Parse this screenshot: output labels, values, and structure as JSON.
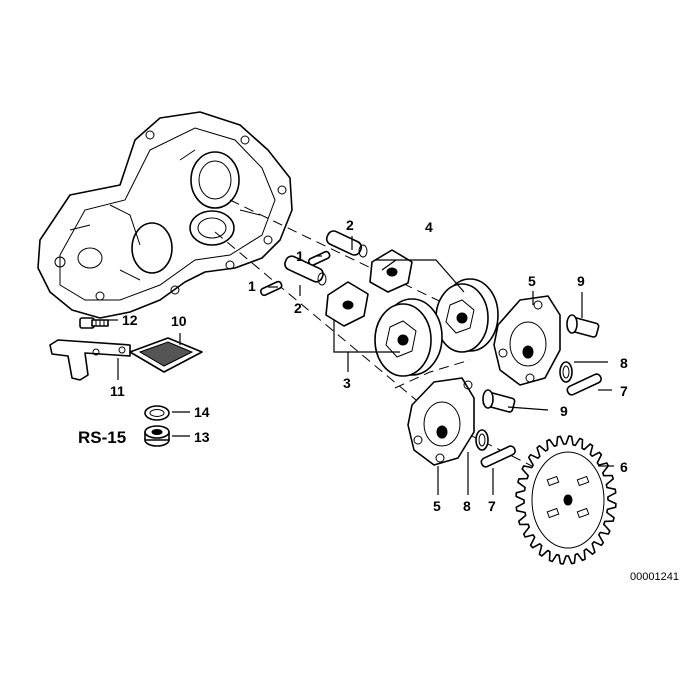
{
  "labels": {
    "l1a": "1",
    "l1b": "1",
    "l2a": "2",
    "l2b": "2",
    "l3": "3",
    "l4": "4",
    "l5a": "5",
    "l5b": "5",
    "l6": "6",
    "l7a": "7",
    "l7b": "7",
    "l8a": "8",
    "l8b": "8",
    "l9a": "9",
    "l9b": "9",
    "l10": "10",
    "l11": "11",
    "l12": "12",
    "l13": "13",
    "l14": "14"
  },
  "group_code": "RS-15",
  "diagram_number": "00001241"
}
